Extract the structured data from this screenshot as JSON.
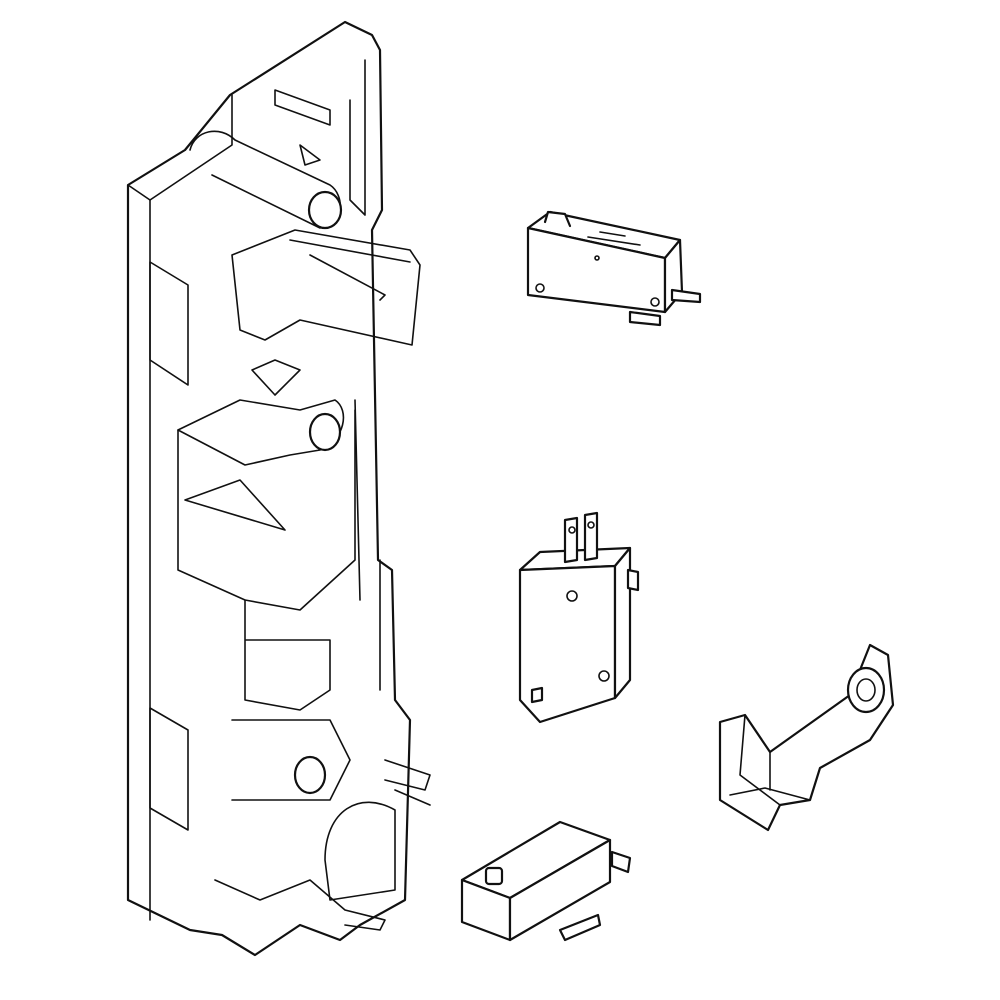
{
  "diagram": {
    "background_color": "#ffffff",
    "line_color": "#111111",
    "parts": [
      {
        "id": "door-latch-bracket"
      },
      {
        "id": "micro-switch-top"
      },
      {
        "id": "micro-switch-middle"
      },
      {
        "id": "micro-switch-bottom"
      },
      {
        "id": "latch-lever"
      }
    ]
  }
}
